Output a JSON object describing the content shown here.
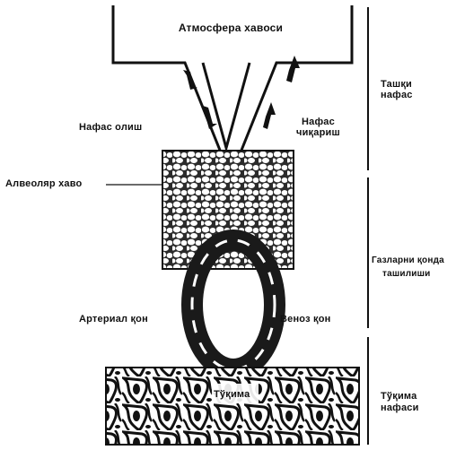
{
  "labels": {
    "atmosphere": "Атмосфера хавоси",
    "inhale": "Нафас олиш",
    "exhale_line1": "Нафас",
    "exhale_line2": "чиқариш",
    "alveolar_air": "Алвеоляр хаво",
    "arterial_blood": "Артериал қон",
    "venous_blood": "Веноз қон",
    "tissue": "Тўқима",
    "external_respiration_line1": "Ташқи",
    "external_respiration_line2": "нафас",
    "blood_transport_line1": "Газларни қонда",
    "blood_transport_line2": "ташилиши",
    "tissue_respiration_line1": "Тўқима",
    "tissue_respiration_line2": "нафаси"
  },
  "colors": {
    "ink": "#111111",
    "background": "#ffffff",
    "vessel": "#1a1a1a",
    "alveoli_fill": "#2b2b2b"
  }
}
